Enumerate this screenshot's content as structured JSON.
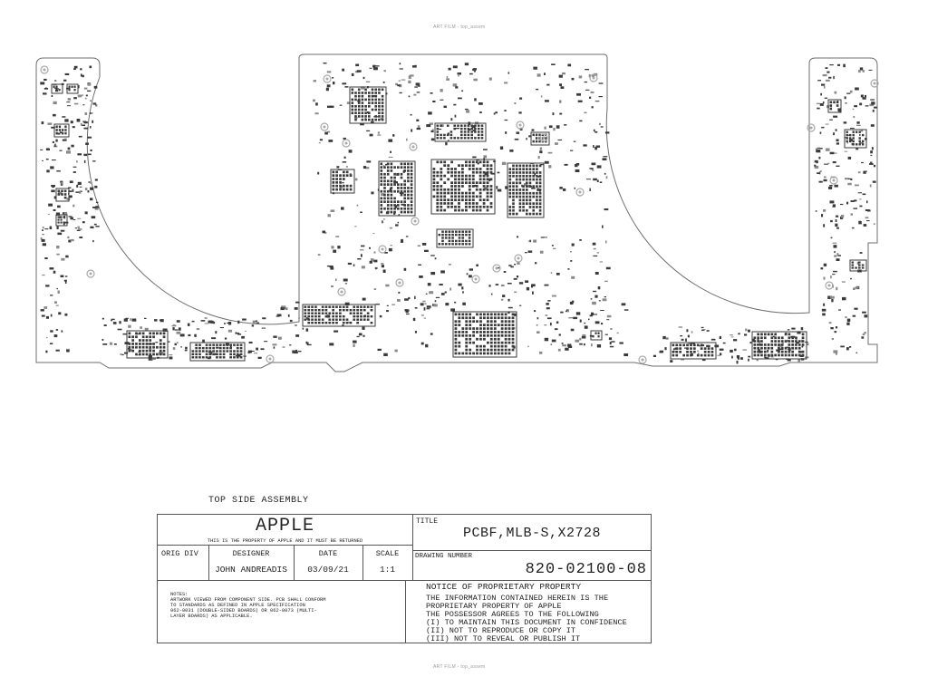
{
  "header": {
    "top_caption": "ART FILM - top_assem",
    "bottom_caption": "ART FILM - top_assem"
  },
  "drawing": {
    "heading": "TOP SIDE ASSEMBLY",
    "colors": {
      "board_outline": "#6e6e6e",
      "component": "#3a3a3a",
      "component_light": "#8a8a8a",
      "via": "#a9a9a9"
    }
  },
  "title_block": {
    "company": "APPLE",
    "property_note": "THIS IS THE PROPERTY OF APPLE AND IT MUST BE RETURNED",
    "orig_div_label": "ORIG DIV",
    "designer_label": "DESIGNER",
    "designer_value": "JOHN ANDREADIS",
    "date_label": "DATE",
    "date_value": "03/09/21",
    "scale_label": "SCALE",
    "scale_value": "1:1",
    "title_label": "TITLE",
    "title_value": "PCBF,MLB-S,X2728",
    "drawing_number_label": "DRAWING NUMBER",
    "drawing_number_value": "820-02100-08",
    "notes": [
      "NOTES:",
      "ARTWORK VIEWED FROM COMPONENT SIDE. PCB SHALL CONFORM",
      "TO STANDARDS AS DEFINED IN APPLE SPECIFICATION",
      "062-0031 (DOUBLE-SIDED BOARDS) OR 062-0073 (MULTI-",
      "LAYER BOARDS) AS APPLICABLE."
    ],
    "notice_title": "NOTICE OF PROPRIETARY PROPERTY",
    "notice_lines": [
      "THE INFORMATION CONTAINED HEREIN IS THE",
      "PROPRIETARY PROPERTY OF APPLE",
      "THE POSSESSOR AGREES TO THE FOLLOWING",
      "(I) TO MAINTAIN THIS DOCUMENT IN CONFIDENCE",
      "(II) NOT TO REPRODUCE OR COPY IT",
      "(III) NOT TO REVEAL OR PUBLISH IT"
    ]
  }
}
